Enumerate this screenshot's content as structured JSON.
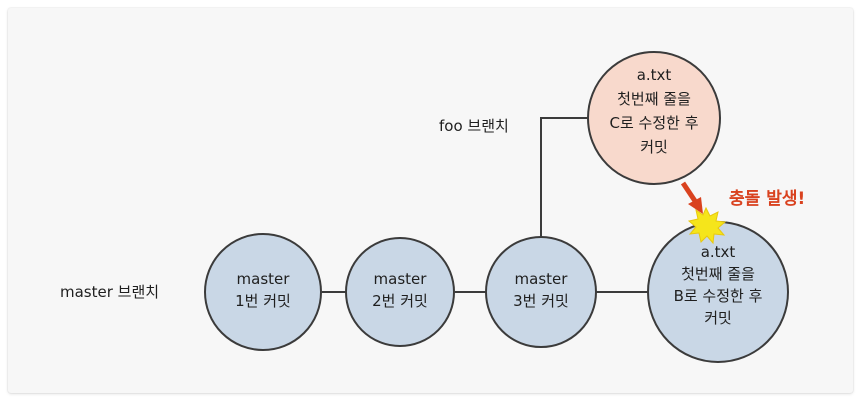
{
  "branches": {
    "master_label": "master 브랜치",
    "foo_label": "foo 브랜치"
  },
  "commits": {
    "master1": [
      "master",
      "1번 커밋"
    ],
    "master2": [
      "master",
      "2번 커밋"
    ],
    "master3": [
      "master",
      "3번 커밋"
    ],
    "master4": [
      "a.txt",
      "첫번째 줄을",
      "B로 수정한 후",
      "커밋"
    ],
    "foo1": [
      "a.txt",
      "첫번째 줄을",
      "C로 수정한 후",
      "커밋"
    ]
  },
  "conflict": {
    "label": "충돌 발생!"
  },
  "colors": {
    "master_fill": "#c9d7e6",
    "foo_fill": "#f8d9cc",
    "stroke": "#3b3b3b",
    "arrow": "#d9421f",
    "conflict_text": "#d9421f",
    "burst": "#f5e51b"
  }
}
